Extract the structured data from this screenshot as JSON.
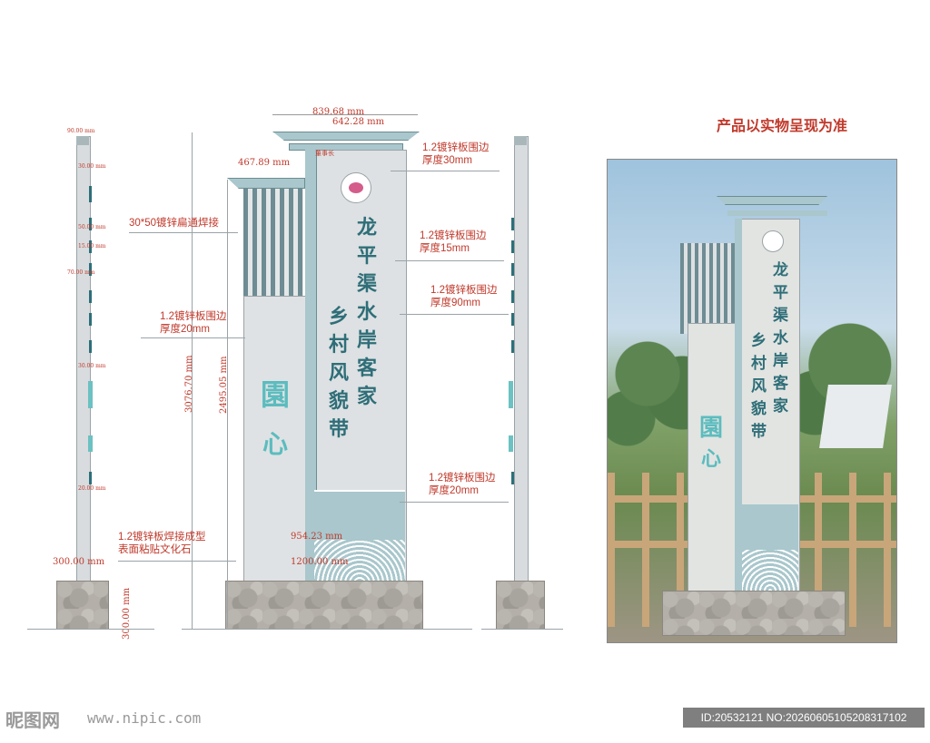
{
  "caption": "产品以实物呈现为准",
  "sign": {
    "title_col1": [
      "龙",
      "平",
      "渠",
      "水",
      "岸",
      "客",
      "家"
    ],
    "title_col2": [
      "乡",
      "村",
      "风",
      "貌",
      "带"
    ],
    "badge": [
      "園",
      "心"
    ]
  },
  "dims": {
    "top_width": "839.68 mm",
    "top_inner": "642.28 mm",
    "left_wing": "467.89 mm",
    "total_height": "3076.70 mm",
    "panel_height": "2495.05 mm",
    "base_inner": "954.23 mm",
    "base_width": "1200.00 mm",
    "base_height_left": "300.00 mm",
    "base_height_side": "300.00 mm",
    "side_top": "90.00 mm",
    "side_a": "30.00 mm",
    "side_b": "50.00 mm",
    "side_c": "15.00 mm",
    "side_d": "70.00 mm",
    "side_e": "30.00 mm",
    "side_f": "20.00 mm",
    "small_label": "董事长"
  },
  "annotations": {
    "a1": [
      "1.2镀锌板围边",
      "厚度30mm"
    ],
    "a2": [
      "30*50镀锌扁通焊接"
    ],
    "a3": [
      "1.2镀锌板围边",
      "厚度15mm"
    ],
    "a4": [
      "1.2镀锌板围边",
      "厚度90mm"
    ],
    "a5": [
      "1.2镀锌板围边",
      "厚度20mm"
    ],
    "a6": [
      "1.2镀锌板围边",
      "厚度20mm"
    ],
    "a7": [
      "1.2镀锌板焊接成型",
      "表面粘贴文化石"
    ]
  },
  "footer": {
    "logo": "昵图网",
    "url": "www.nipic.com",
    "id": "ID:20532121 NO:20260605105208317102"
  },
  "colors": {
    "teal": "#2f6e78",
    "panel": "#d9dde0",
    "accent": "#c0392b",
    "light_blue": "#a9c7cc"
  }
}
